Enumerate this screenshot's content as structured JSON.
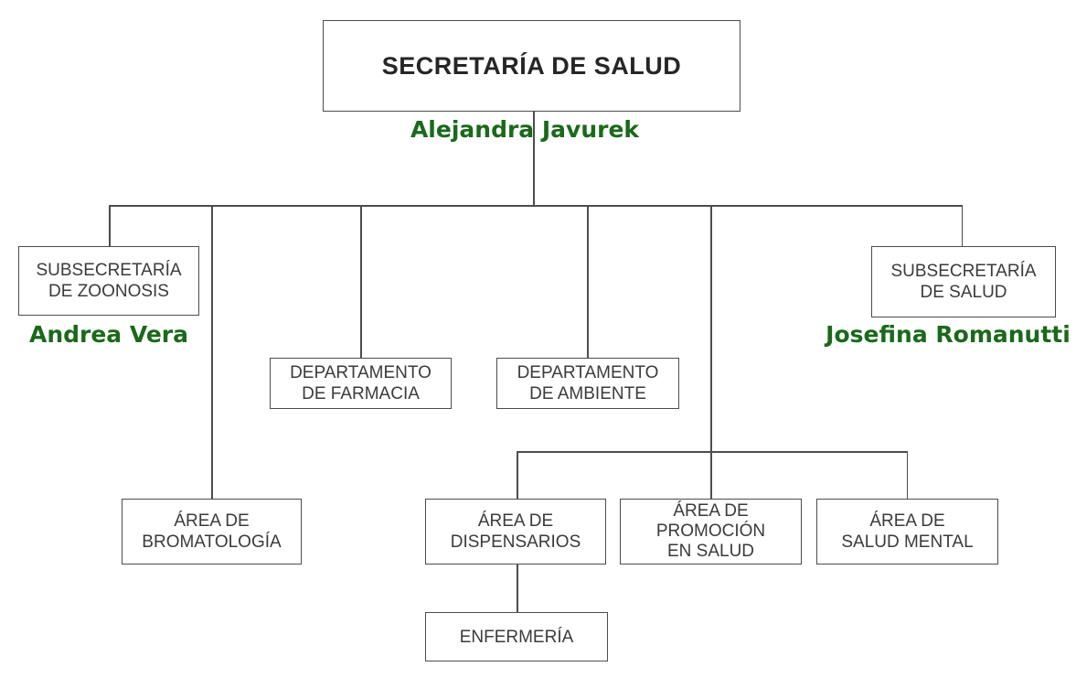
{
  "chart": {
    "title": "SECRETARÍA DE SALUD",
    "colors": {
      "background": "#ffffff",
      "box_border": "#4d4d4d",
      "connector_line": "#4d4d4d",
      "box_text": "#3b3b3b",
      "title_text": "#262626",
      "person_name_green": "#1a691a"
    },
    "nodes": {
      "secretaria": {
        "lines": [
          "SECRETARÍA DE SALUD"
        ],
        "person": "Alejandra Javurek"
      },
      "zoonosis": {
        "lines": [
          "SUBSECRETARÍA",
          "DE ZOONOSIS"
        ],
        "person": "Andrea Vera"
      },
      "subsalud": {
        "lines": [
          "SUBSECRETARÍA",
          "DE SALUD"
        ],
        "person": "Josefina Romanutti"
      },
      "farmacia": {
        "lines": [
          "DEPARTAMENTO",
          "DE FARMACIA"
        ]
      },
      "ambiente": {
        "lines": [
          "DEPARTAMENTO",
          "DE AMBIENTE"
        ]
      },
      "bromatologia": {
        "lines": [
          "ÁREA DE",
          "BROMATOLOGÍA"
        ]
      },
      "dispensarios": {
        "lines": [
          "ÁREA DE",
          "DISPENSARIOS"
        ]
      },
      "promocion": {
        "lines": [
          "ÁREA DE",
          "PROMOCIÓN",
          "EN SALUD"
        ]
      },
      "saludmental": {
        "lines": [
          "ÁREA DE",
          "SALUD MENTAL"
        ]
      },
      "enfermeria": {
        "lines": [
          "ENFERMERÍA"
        ]
      }
    },
    "edges": [
      {
        "parent": "secretaria",
        "child": "zoonosis"
      },
      {
        "parent": "secretaria",
        "child": "bromatologia"
      },
      {
        "parent": "secretaria",
        "child": "farmacia"
      },
      {
        "parent": "secretaria",
        "child": "ambiente"
      },
      {
        "parent": "secretaria",
        "child": "dispensarios"
      },
      {
        "parent": "secretaria",
        "child": "promocion"
      },
      {
        "parent": "secretaria",
        "child": "saludmental"
      },
      {
        "parent": "secretaria",
        "child": "subsalud"
      },
      {
        "parent": "dispensarios",
        "child": "enfermeria"
      }
    ]
  }
}
